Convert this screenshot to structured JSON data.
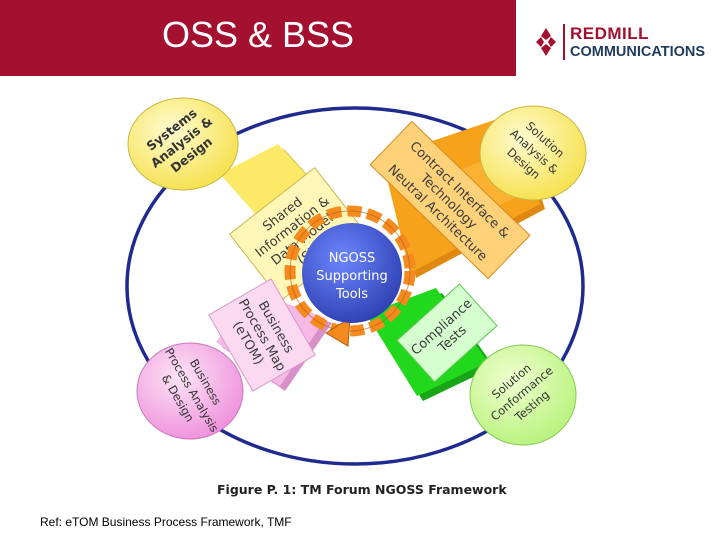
{
  "slide": {
    "title": "OSS & BSS",
    "reference": "Ref: eTOM Business Process Framework, TMF"
  },
  "logo": {
    "line1": "REDMILL",
    "line2": "COMMUNICATIONS",
    "brand_red": "#a4102f",
    "brand_navy": "#1f3a5f"
  },
  "diagram": {
    "caption": "Figure P. 1:  TM Forum NGOSS Framework",
    "center": [
      "NGOSS",
      "Supporting",
      "Tools"
    ],
    "corners": {
      "top_left": [
        "Systems",
        "Analysis &",
        "Design"
      ],
      "top_right": [
        "Solution",
        "Analysis &",
        "Design"
      ],
      "bottom_left": [
        "Business",
        "Process Analysis",
        "& Design"
      ],
      "bottom_right": [
        "Solution",
        "Conformance",
        "Testing"
      ]
    },
    "arms": {
      "top_left": [
        "Shared",
        "Information &",
        "Data Model",
        "(SID)"
      ],
      "top_right": [
        "Contract Interface &",
        "Technology",
        "Neutral Architecture"
      ],
      "bottom_left": [
        "Business",
        "Process Map",
        "(eTOM)"
      ],
      "bottom_right": [
        "Compliance",
        "Tests"
      ]
    },
    "colors": {
      "yellow": "#fde968",
      "orange": "#f7a21b",
      "pink": "#f6b8e4",
      "green": "#22d81c",
      "center_blue": "#3a52c4",
      "gear_orange": "#f58a1f",
      "ring": "#1f2a8e"
    }
  }
}
